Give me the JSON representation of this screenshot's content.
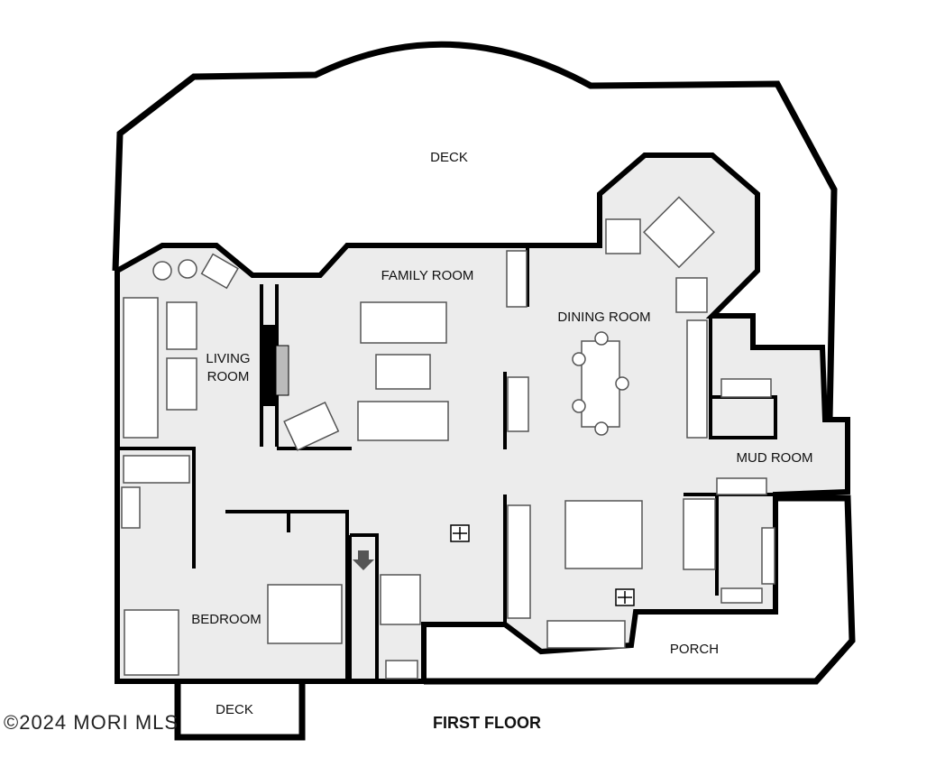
{
  "plan": {
    "title": "FIRST FLOOR",
    "watermark": "©2024 MORI MLS",
    "rooms": {
      "deck_top": "DECK",
      "family_room": "FAMILY ROOM",
      "dining_room": "DINING ROOM",
      "living_room": "LIVING\nROOM",
      "mud_room": "MUD ROOM",
      "bedroom": "BEDROOM",
      "porch": "PORCH",
      "deck_bottom": "DECK"
    }
  },
  "colors": {
    "wall": "#000000",
    "floor": "#ececec",
    "background": "#ffffff"
  }
}
